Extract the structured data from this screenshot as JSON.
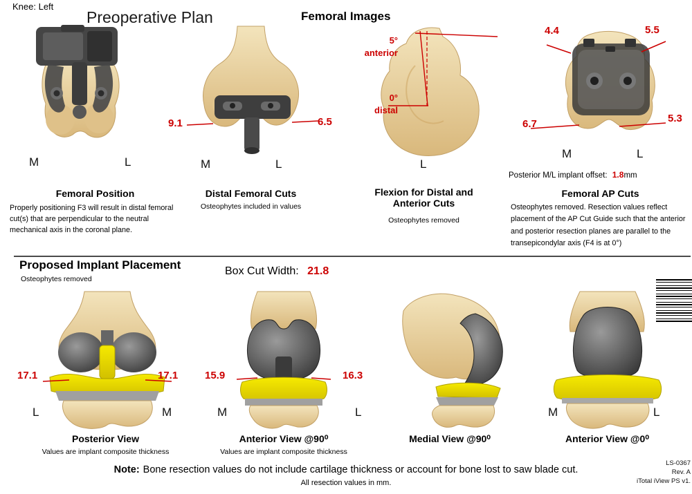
{
  "header": {
    "knee_label": "Knee: Left",
    "title": "Preoperative Plan",
    "section_title": "Femoral Images"
  },
  "femoral_position": {
    "title": "Femoral Position",
    "description": "Properly positioning F3 will result in distal femoral cut(s) that are perpendicular to the neutral mechanical axis in the coronal plane.",
    "medial_label": "M",
    "lateral_label": "L"
  },
  "distal_femoral_cuts": {
    "title": "Distal Femoral Cuts",
    "note": "Osteophytes included in values",
    "medial_value": "9.1",
    "lateral_value": "6.5",
    "medial_label": "M",
    "lateral_label": "L"
  },
  "flexion": {
    "title": "Flexion for Distal and Anterior Cuts",
    "note": "Osteophytes removed",
    "anterior_angle": "5°",
    "anterior_label": "anterior",
    "distal_angle": "0°",
    "distal_label": "distal",
    "lateral_label": "L"
  },
  "femoral_ap_cuts": {
    "title": "Femoral AP Cuts",
    "offset_label": "Posterior M/L implant offset:",
    "offset_value": "1.8",
    "offset_unit": "mm",
    "description": "Osteophytes removed. Resection values reflect placement of the AP Cut Guide such that the anterior and posterior resection planes are parallel to the transepicondylar axis (F4 is at 0°)",
    "anterior_medial_value": "4.4",
    "anterior_lateral_value": "5.5",
    "posterior_medial_value": "6.7",
    "posterior_lateral_value": "5.3",
    "medial_label": "M",
    "lateral_label": "L"
  },
  "implant_placement": {
    "title": "Proposed Implant Placement",
    "note": "Osteophytes removed",
    "box_cut_label": "Box Cut Width:",
    "box_cut_value": "21.8"
  },
  "posterior_view": {
    "title": "Posterior View",
    "note": "Values are implant composite thickness",
    "left_value": "17.1",
    "right_value": "17.1",
    "left_label": "L",
    "right_label": "M"
  },
  "anterior_view_90": {
    "title": "Anterior View @90⁰",
    "note": "Values are implant composite thickness",
    "left_value": "15.9",
    "right_value": "16.3",
    "left_label": "M",
    "right_label": "L"
  },
  "medial_view_90": {
    "title": "Medial View @90⁰"
  },
  "anterior_view_0": {
    "title": "Anterior View @0⁰",
    "left_label": "M",
    "right_label": "L"
  },
  "footer": {
    "note_label": "Note:",
    "note_text": "Bone resection values do not include cartilage thickness or account for bone lost to saw blade cut.",
    "units_note": "All resection values in mm.",
    "doc_number": "LS-0367",
    "revision": "Rev. A",
    "software_version": "iTotal iView PS v1."
  },
  "colors": {
    "measurement_red": "#cc0000",
    "bone_tan": "#ecd7a8",
    "implant_gray": "#4f4f4f",
    "insert_yellow": "#f0e400"
  }
}
